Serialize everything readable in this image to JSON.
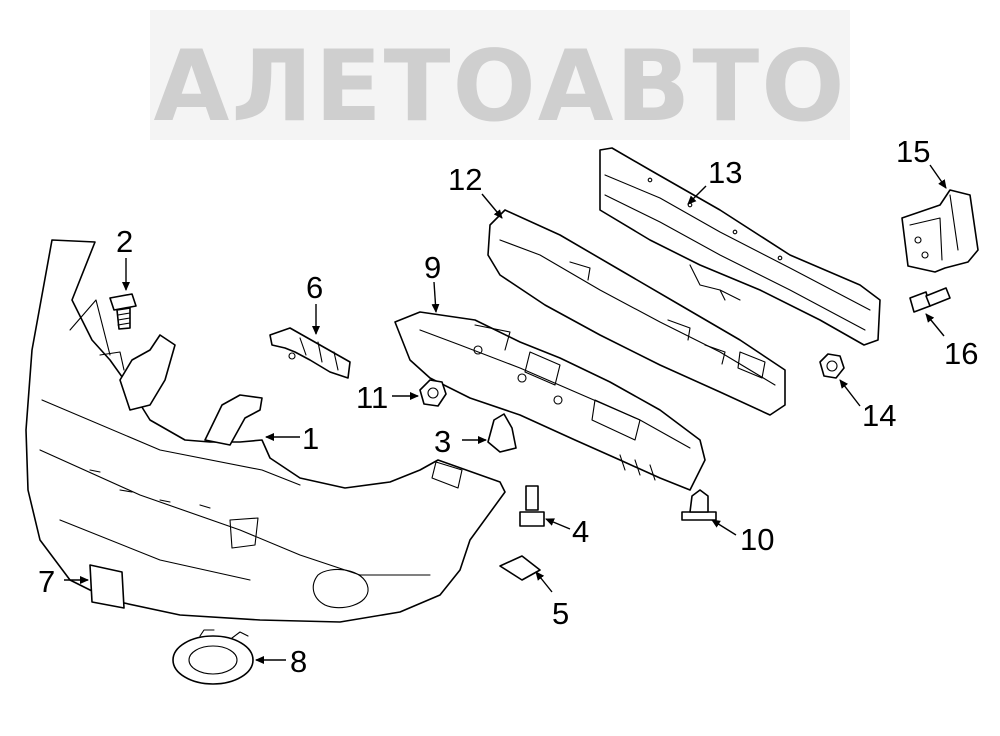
{
  "watermark": {
    "text": "АЛЕТОАВТО",
    "color": "#cfcfcf"
  },
  "callouts": {
    "c1": "1",
    "c2": "2",
    "c3": "3",
    "c4": "4",
    "c5": "5",
    "c6": "6",
    "c7": "7",
    "c8": "8",
    "c9": "9",
    "c10": "10",
    "c11": "11",
    "c12": "12",
    "c13": "13",
    "c14": "14",
    "c15": "15",
    "c16": "16"
  },
  "colors": {
    "line": "#000000",
    "background": "#ffffff"
  }
}
